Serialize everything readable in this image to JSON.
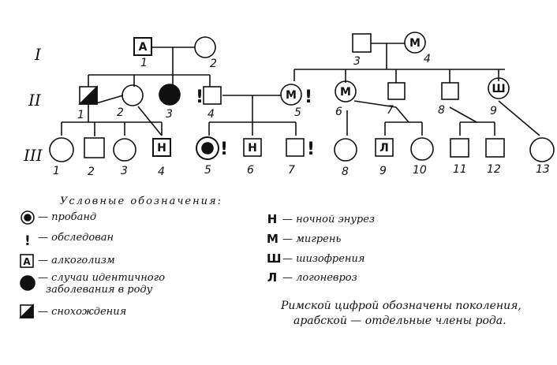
{
  "pedigree": {
    "generations": [
      "I",
      "II",
      "III"
    ],
    "gen_I": {
      "n1": "1",
      "n1_mark": "А",
      "n2": "2",
      "n3": "3",
      "n4": "4",
      "n4_mark": "М"
    },
    "gen_II": {
      "n1": "1",
      "n2": "2",
      "n3": "3",
      "n4": "4",
      "n5": "5",
      "n5_mark": "М",
      "n6": "6",
      "n6_mark": "М",
      "n7": "7",
      "n8": "8",
      "n9": "9",
      "n9_mark": "Ш"
    },
    "gen_III": {
      "n1": "1",
      "n2": "2",
      "n3": "3",
      "n4": "4",
      "n4_mark": "Н",
      "n5": "5",
      "n6": "6",
      "n6_mark": "Н",
      "n7": "7",
      "n8": "8",
      "n9": "9",
      "n9_mark": "Л",
      "n10": "10",
      "n11": "11",
      "n12": "12",
      "n13": "13"
    },
    "examined_mark": "!"
  },
  "legend": {
    "title": "Условные обозначения:",
    "items": [
      {
        "code": "",
        "text": "— пробанд"
      },
      {
        "code": "!",
        "text": "— обследован"
      },
      {
        "code": "А",
        "text": "— алкоголизм"
      },
      {
        "code": "",
        "text": "— случаи идентичного",
        "text2": "заболевания в роду"
      },
      {
        "code": "",
        "text": "— снохождения"
      },
      {
        "code": "Н",
        "text": "— ночной энурез"
      },
      {
        "code": "М",
        "text": "— мигрень"
      },
      {
        "code": "Ш",
        "text": "— шизофрения"
      },
      {
        "code": "Л",
        "text": "— логоневроз"
      }
    ],
    "note_line1": "Римской цифрой обозначены поколения,",
    "note_line2": "арабской — отдельные члены рода."
  }
}
